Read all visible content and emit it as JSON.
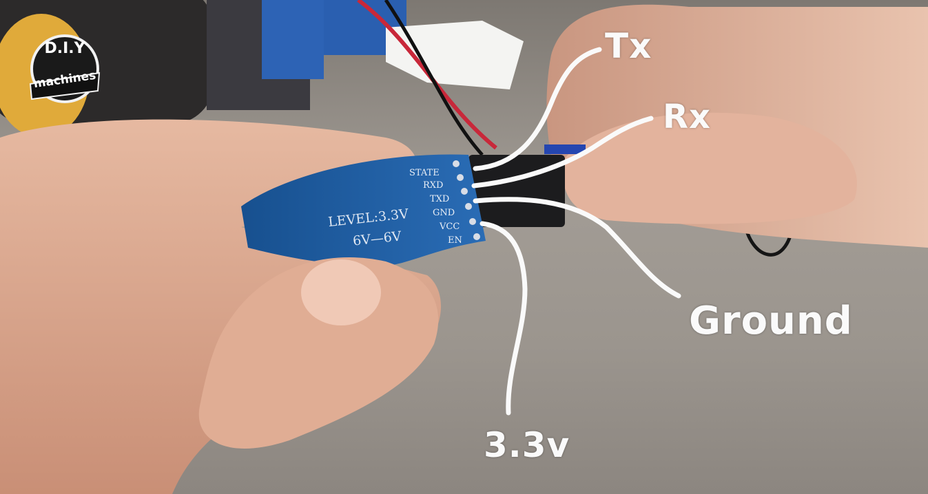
{
  "logo": {
    "top_text": "D.I.Y",
    "bottom_text": "machines"
  },
  "callouts": {
    "tx": "Tx",
    "rx": "Rx",
    "ground": "Ground",
    "voltage": "3.3v"
  },
  "board": {
    "pins": [
      "STATE",
      "RXD",
      "TXD",
      "GND",
      "VCC",
      "EN"
    ],
    "level_text": "LEVEL:3.3V",
    "range_text": "6V—6V"
  },
  "colors": {
    "board": "#1f5fa6",
    "callout": "#fafafa"
  }
}
